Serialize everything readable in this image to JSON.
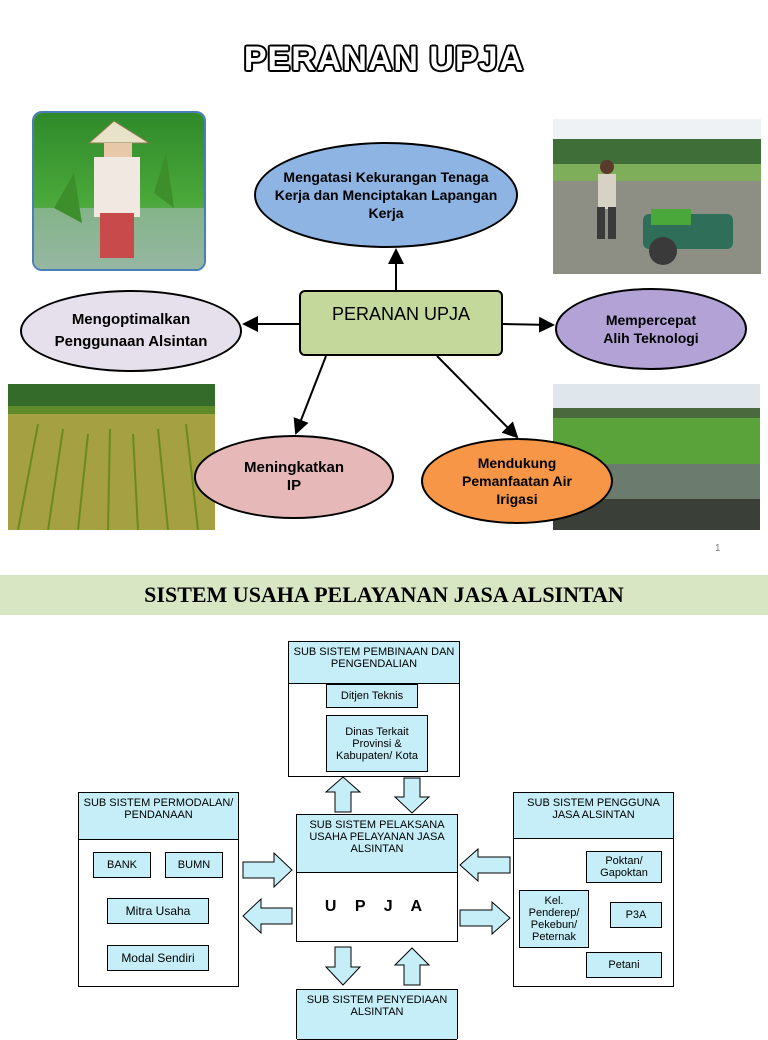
{
  "slide1": {
    "title": "PERANAN UPJA",
    "center_label": "PERANAN UPJA",
    "roles": {
      "top": "Mengatasi Kekurangan Tenaga Kerja dan Menciptakan Lapangan Kerja",
      "left": "Mengoptimalkan Penggunaan Alsintan",
      "right": "Mempercepat Alih Teknologi",
      "bottom_left": "Meningkatkan IP",
      "bottom_right": "Mendukung Pemanfaatan Air Irigasi"
    },
    "page_number": "1",
    "colors": {
      "top_ellipse": "#8db4e3",
      "left_ellipse": "#e6e0ec",
      "right_ellipse": "#b3a2d6",
      "bottom_left_ellipse": "#e6b9b8",
      "bottom_right_ellipse": "#f79646",
      "center_box": "#c4d89b"
    }
  },
  "slide2": {
    "title": "SISTEM USAHA PELAYANAN JASA ALSINTAN",
    "pembinaan": {
      "header": "SUB SISTEM PEMBINAAN DAN PENGENDALIAN",
      "items": [
        "Ditjen Teknis",
        "Dinas Terkait Provinsi & Kabupaten/ Kota"
      ]
    },
    "permodalan": {
      "header": "SUB SISTEM PERMODALAN/ PENDANAAN",
      "items": [
        "BANK",
        "BUMN",
        "Mitra Usaha",
        "Modal Sendiri"
      ]
    },
    "pelaksana": {
      "header": "SUB SISTEM PELAKSANA USAHA PELAYANAN JASA ALSINTAN",
      "center": "U P J A"
    },
    "pengguna": {
      "header": "SUB SISTEM PENGGUNA JASA ALSINTAN",
      "items": [
        "Poktan/ Gapoktan",
        "Kel. Penderep/ Pekebun/ Peternak",
        "P3A",
        "Petani"
      ]
    },
    "penyediaan": {
      "header": "SUB SISTEM PENYEDIAAN ALSINTAN"
    },
    "colors": {
      "banner": "#d8e6c3",
      "box_fill": "#c6eef8",
      "arrow_fill": "#c6eef8"
    }
  }
}
